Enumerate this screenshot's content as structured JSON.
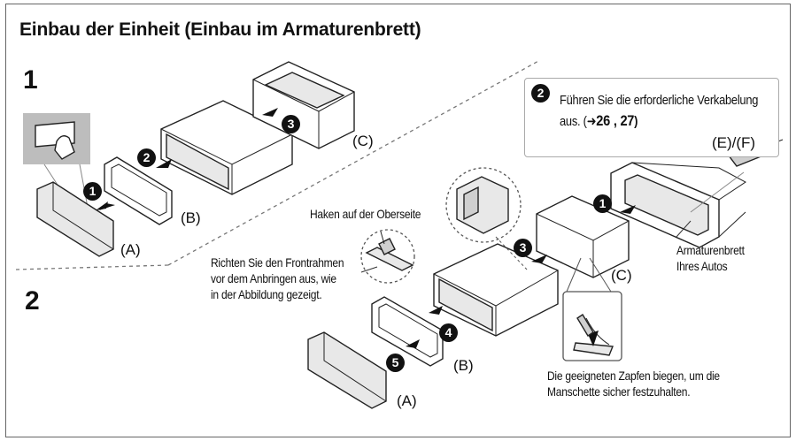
{
  "title": "Einbau der Einheit (Einbau im Armaturenbrett)",
  "steps": {
    "one": "1",
    "two": "2"
  },
  "callouts": {
    "c1": "1",
    "c2": "2",
    "c3": "3",
    "c4": "4",
    "c5": "5"
  },
  "labels": {
    "A": "(A)",
    "B": "(B)",
    "C": "(C)",
    "EF": "(E)/(F)"
  },
  "wiring_note": {
    "line1": "Führen Sie die erforderliche Verkabelung",
    "line2_prefix": "aus. (",
    "arrow": "➜",
    "refs": "26 , 27",
    "line2_suffix": ")"
  },
  "hook_note": "Haken auf der Oberseite",
  "align_note": [
    "Richten Sie den Frontrahmen",
    "vor dem Anbringen aus, wie",
    "in der Abbildung gezeigt."
  ],
  "dashboard_note": [
    "Armaturenbrett",
    "Ihres Autos"
  ],
  "bend_note": [
    "Die geeigneten Zapfen biegen, um die",
    "Manschette sicher festzuhalten."
  ],
  "colors": {
    "frame": "#666666",
    "callout": "#111111",
    "part_fill": "#e8e8e8",
    "button_bg": "#bdbdbd"
  }
}
